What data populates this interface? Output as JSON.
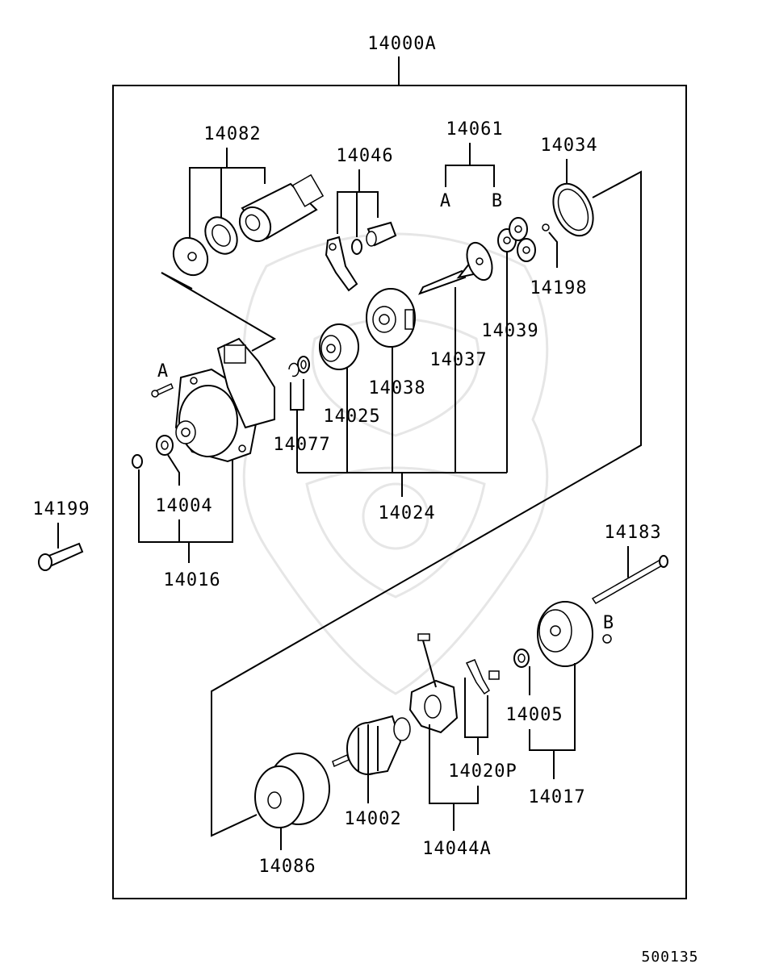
{
  "assembly_label": "14000A",
  "figure_code": "500135",
  "parts": {
    "p14082": "14082",
    "p14046": "14046",
    "p14061": "14061",
    "p14061_a": "A",
    "p14061_b": "B",
    "p14034": "14034",
    "p14198": "14198",
    "p14039": "14039",
    "p14037": "14037",
    "p14038": "14038",
    "p14025": "14025",
    "p14077": "14077",
    "p14024": "14024",
    "p14004": "14004",
    "p14016": "14016",
    "p14199": "14199",
    "p14183": "14183",
    "p14005": "14005",
    "p14017": "14017",
    "p14020P": "14020P",
    "p14044A": "14044A",
    "p14002": "14002",
    "p14086": "14086",
    "marker_a": "A",
    "marker_b": "B"
  }
}
